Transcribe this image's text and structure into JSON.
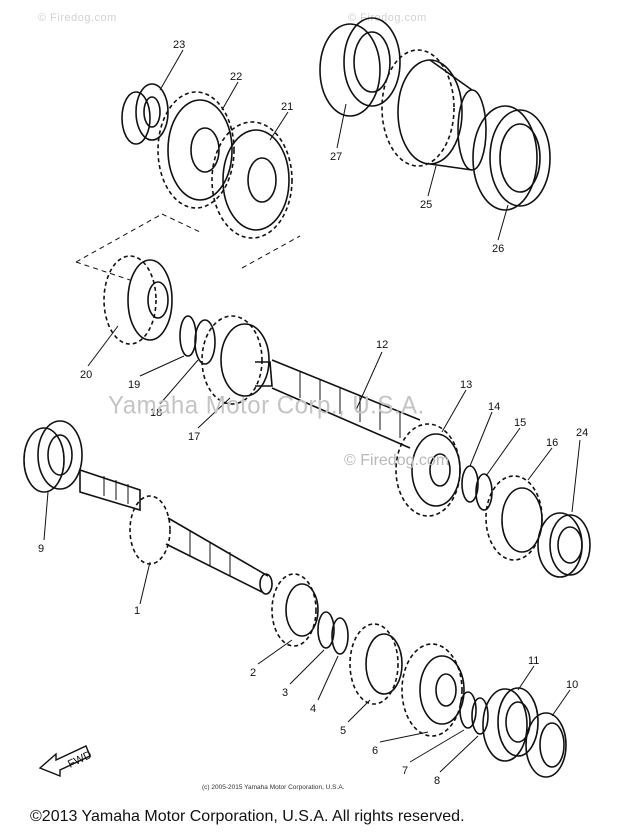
{
  "watermarks": {
    "top_left": "© Firedog.com",
    "top_right": "© Firedog.com",
    "middle": "Yamaha Motor Corp., U.S.A.",
    "firedog_mid": "© Firedog.com"
  },
  "small_copyright": "(c) 2005-2015 Yamaha Motor Corporation, U.S.A.",
  "footer": "©2013 Yamaha Motor Corporation, U.S.A. All rights reserved.",
  "fwd_label": "FWD",
  "callouts": [
    "23",
    "22",
    "21",
    "27",
    "25",
    "26",
    "20",
    "19",
    "18",
    "17",
    "12",
    "13",
    "14",
    "15",
    "16",
    "24",
    "9",
    "1",
    "2",
    "3",
    "4",
    "5",
    "6",
    "7",
    "8",
    "11",
    "10"
  ]
}
